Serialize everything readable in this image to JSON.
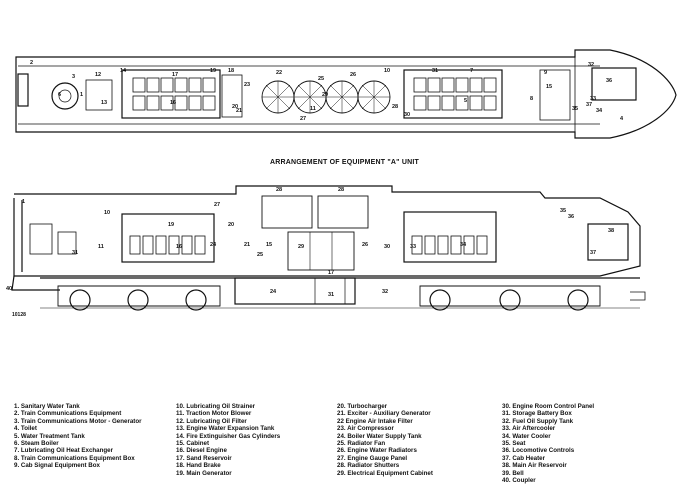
{
  "caption": "ARRANGEMENT OF EQUIPMENT \"A\" UNIT",
  "figure_id": "10128",
  "plan_callouts": [
    "2",
    "3",
    "1",
    "6",
    "14",
    "12",
    "13",
    "16",
    "17",
    "19",
    "18",
    "20",
    "21",
    "23",
    "22",
    "25",
    "29",
    "26",
    "11",
    "27",
    "10",
    "28",
    "30",
    "31",
    "7",
    "5",
    "9",
    "15",
    "8",
    "36",
    "32",
    "33",
    "34",
    "37",
    "35",
    "4"
  ],
  "elev_callouts": [
    "1",
    "10",
    "28",
    "28",
    "19",
    "27",
    "20",
    "24",
    "21",
    "16",
    "29",
    "15",
    "25",
    "26",
    "11",
    "31",
    "17",
    "30",
    "33",
    "34",
    "36",
    "35",
    "38",
    "37",
    "40",
    "24",
    "32",
    "31"
  ],
  "legend": [
    [
      "1. Sanitary Water Tank",
      "2. Train Communications Equipment",
      "3. Train Communications Motor - Generator",
      "4. Toilet",
      "5. Water Treatment Tank",
      "6. Steam Boiler",
      "7. Lubricating Oil Heat Exchanger",
      "8. Train Communications Equipment Box",
      "9. Cab Signal Equipment Box"
    ],
    [
      "10. Lubricating Oil Strainer",
      "11. Traction Motor Blower",
      "12. Lubricating Oil Filter",
      "13. Engine Water Expansion Tank",
      "14. Fire Extinguisher Gas Cylinders",
      "15. Cabinet",
      "16. Diesel Engine",
      "17. Sand Reservoir",
      "18. Hand Brake",
      "19. Main Generator"
    ],
    [
      "20. Turbocharger",
      "21. Exciter - Auxiliary Generator",
      "22 Engine Air Intake Filter",
      "23. Air Compressor",
      "24. Boiler Water Supply Tank",
      "25. Radiator Fan",
      "26. Engine Water Radiators",
      "27. Engine Gauge Panel",
      "28. Radiator Shutters",
      "29. Electrical Equipment Cabinet"
    ],
    [
      "30. Engine Room Control Panel",
      "31. Storage Battery Box",
      "32. Fuel Oil Supply Tank",
      "33. Air Aftercooler",
      "34. Water Cooler",
      "35. Seat",
      "36. Locomotive Controls",
      "37. Cab Heater",
      "38. Main Air Reservoir",
      "39. Bell",
      "40. Coupler"
    ]
  ]
}
